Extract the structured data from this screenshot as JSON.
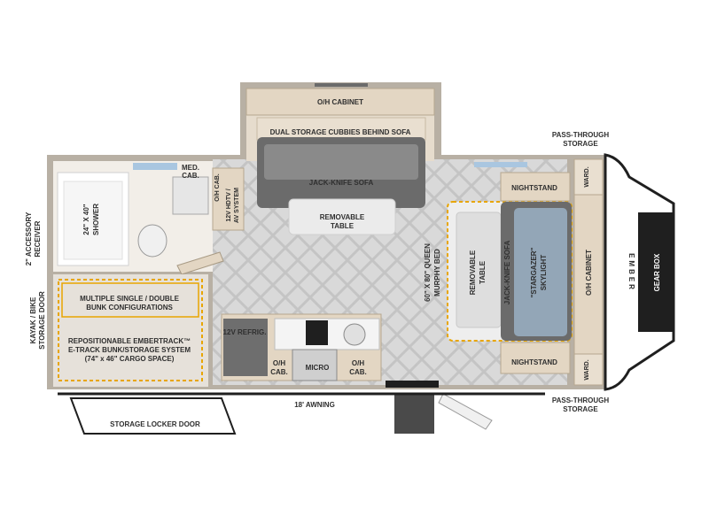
{
  "labels": {
    "oh_cabinet_top": "O/H CABINET",
    "dual_storage": "DUAL STORAGE CUBBIES BEHIND SOFA",
    "pass_through_top_1": "PASS-THROUGH",
    "pass_through_top_2": "STORAGE",
    "med_cab_1": "MED.",
    "med_cab_2": "CAB.",
    "jack_knife_sofa": "JACK-KNIFE SOFA",
    "nightstand_top": "NIGHTSTAND",
    "ward_top": "WARD.",
    "shower_1": "24\" X 40\"",
    "shower_2": "SHOWER",
    "oh_cab_vertical": "O/H CAB.",
    "hdtv_1": "12V HDTV /",
    "hdtv_2": "AV SYSTEM",
    "removable_table": "REMOVABLE",
    "removable_table_2": "TABLE",
    "accessory_1": "2\" ACCESSORY",
    "accessory_2": "RECEIVER",
    "murphy_1": "60\" X 80\" QUEEN",
    "murphy_2": "MURPHY BED",
    "removable_table_v1": "REMOVABLE",
    "removable_table_v2": "TABLE",
    "jack_knife_sofa_v": "JACK-KNIFE SOFA",
    "skylight_1": "\"STARGAZER\"",
    "skylight_2": "SKYLIGHT",
    "oh_cabinet_right": "O/H CABINET",
    "gear_box": "GEAR BOX",
    "brand": "EMBER",
    "kayak_1": "KAYAK / BIKE",
    "kayak_2": "STORAGE DOOR",
    "bunk_1": "MULTIPLE SINGLE / DOUBLE",
    "bunk_2": "BUNK CONFIGURATIONS",
    "refrig": "12V REFRIG.",
    "etrack_1": "REPOSITIONABLE EMBERTRACK™",
    "etrack_2": "E-TRACK BUNK/STORAGE SYSTEM",
    "etrack_3": "(74\" x 46\" CARGO SPACE)",
    "oh_cab_left_1": "O/H",
    "oh_cab_left_2": "CAB.",
    "micro": "MICRO",
    "oh_cab_right_1": "O/H",
    "oh_cab_right_2": "CAB.",
    "nightstand_bottom": "NIGHTSTAND",
    "ward_bottom": "WARD.",
    "awning": "18' AWNING",
    "pass_through_bottom_1": "PASS-THROUGH",
    "pass_through_bottom_2": "STORAGE",
    "storage_locker": "STORAGE LOCKER DOOR"
  },
  "colors": {
    "wall": "#9a9288",
    "wood": "#e3d6c3",
    "floor": "#d9d9d9",
    "sofa": "#6b6b6b",
    "cargo_outline": "#e8a500",
    "dark": "#1f1f1f",
    "window": "#a9c6e0"
  }
}
